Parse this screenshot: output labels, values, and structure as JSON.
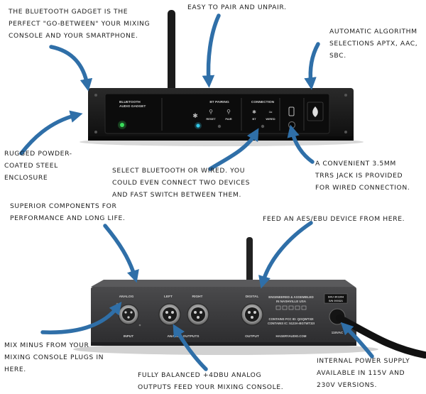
{
  "annotations": {
    "go_between": "The Bluetooth gadget is the perfect \"go-between\" your mixing console and your smartphone.",
    "easy_pair": "Easy to pair and unpair.",
    "algorithm": "Automatic algorithm selections aptX, AAC, SBC.",
    "enclosure": "Rugged powder-coated steel enclosure",
    "select_bt": "Select Bluetooth or wired. You could even connect two devices and fast switch between them.",
    "jack": "A convenient 3.5mm TRRS jack is provided for wired connection.",
    "components": "Superior components for performance and long life.",
    "aes": "Feed an AES/EBU device from here.",
    "mix_minus": "Mix minus from your mixing console plugs in here.",
    "balanced": "Fully balanced +4dBu analog outputs feed your mixing console.",
    "power": "Internal power supply available in 115V and 230V versions."
  },
  "front_panel": {
    "brand_line1": "BLUETOOTH",
    "brand_line2": "AUDIO GADGET",
    "bt_pairing": "BT PAIRING",
    "reset": "RESET",
    "pair": "PAIR",
    "connection": "CONNECTION",
    "bt": "BT",
    "wired": "WIRED"
  },
  "rear_panel": {
    "analog": "ANALOG",
    "input": "INPUT",
    "left": "LEFT",
    "right": "RIGHT",
    "analog_outputs": "ANALOG OUTPUTS",
    "digital": "DIGITAL",
    "output": "OUTPUT",
    "engineered_1": "ENGINEERED & ASSEMBLED",
    "engineered_2": "IN NASHVILLE USA",
    "fcc_1": "CONTAINS FCC ID: QOQWT32I",
    "fcc_2": "CONTAINS IC: 5123A-BGTWT32I",
    "website": "HAGERYAUDIO.COM",
    "sku": "SKU 30110H",
    "serial": "S/N 000321",
    "voltage": "115VAC"
  },
  "colors": {
    "arrow": "#2f6fa8",
    "device_front": "#141414",
    "device_rear": "#3a3a3c"
  }
}
